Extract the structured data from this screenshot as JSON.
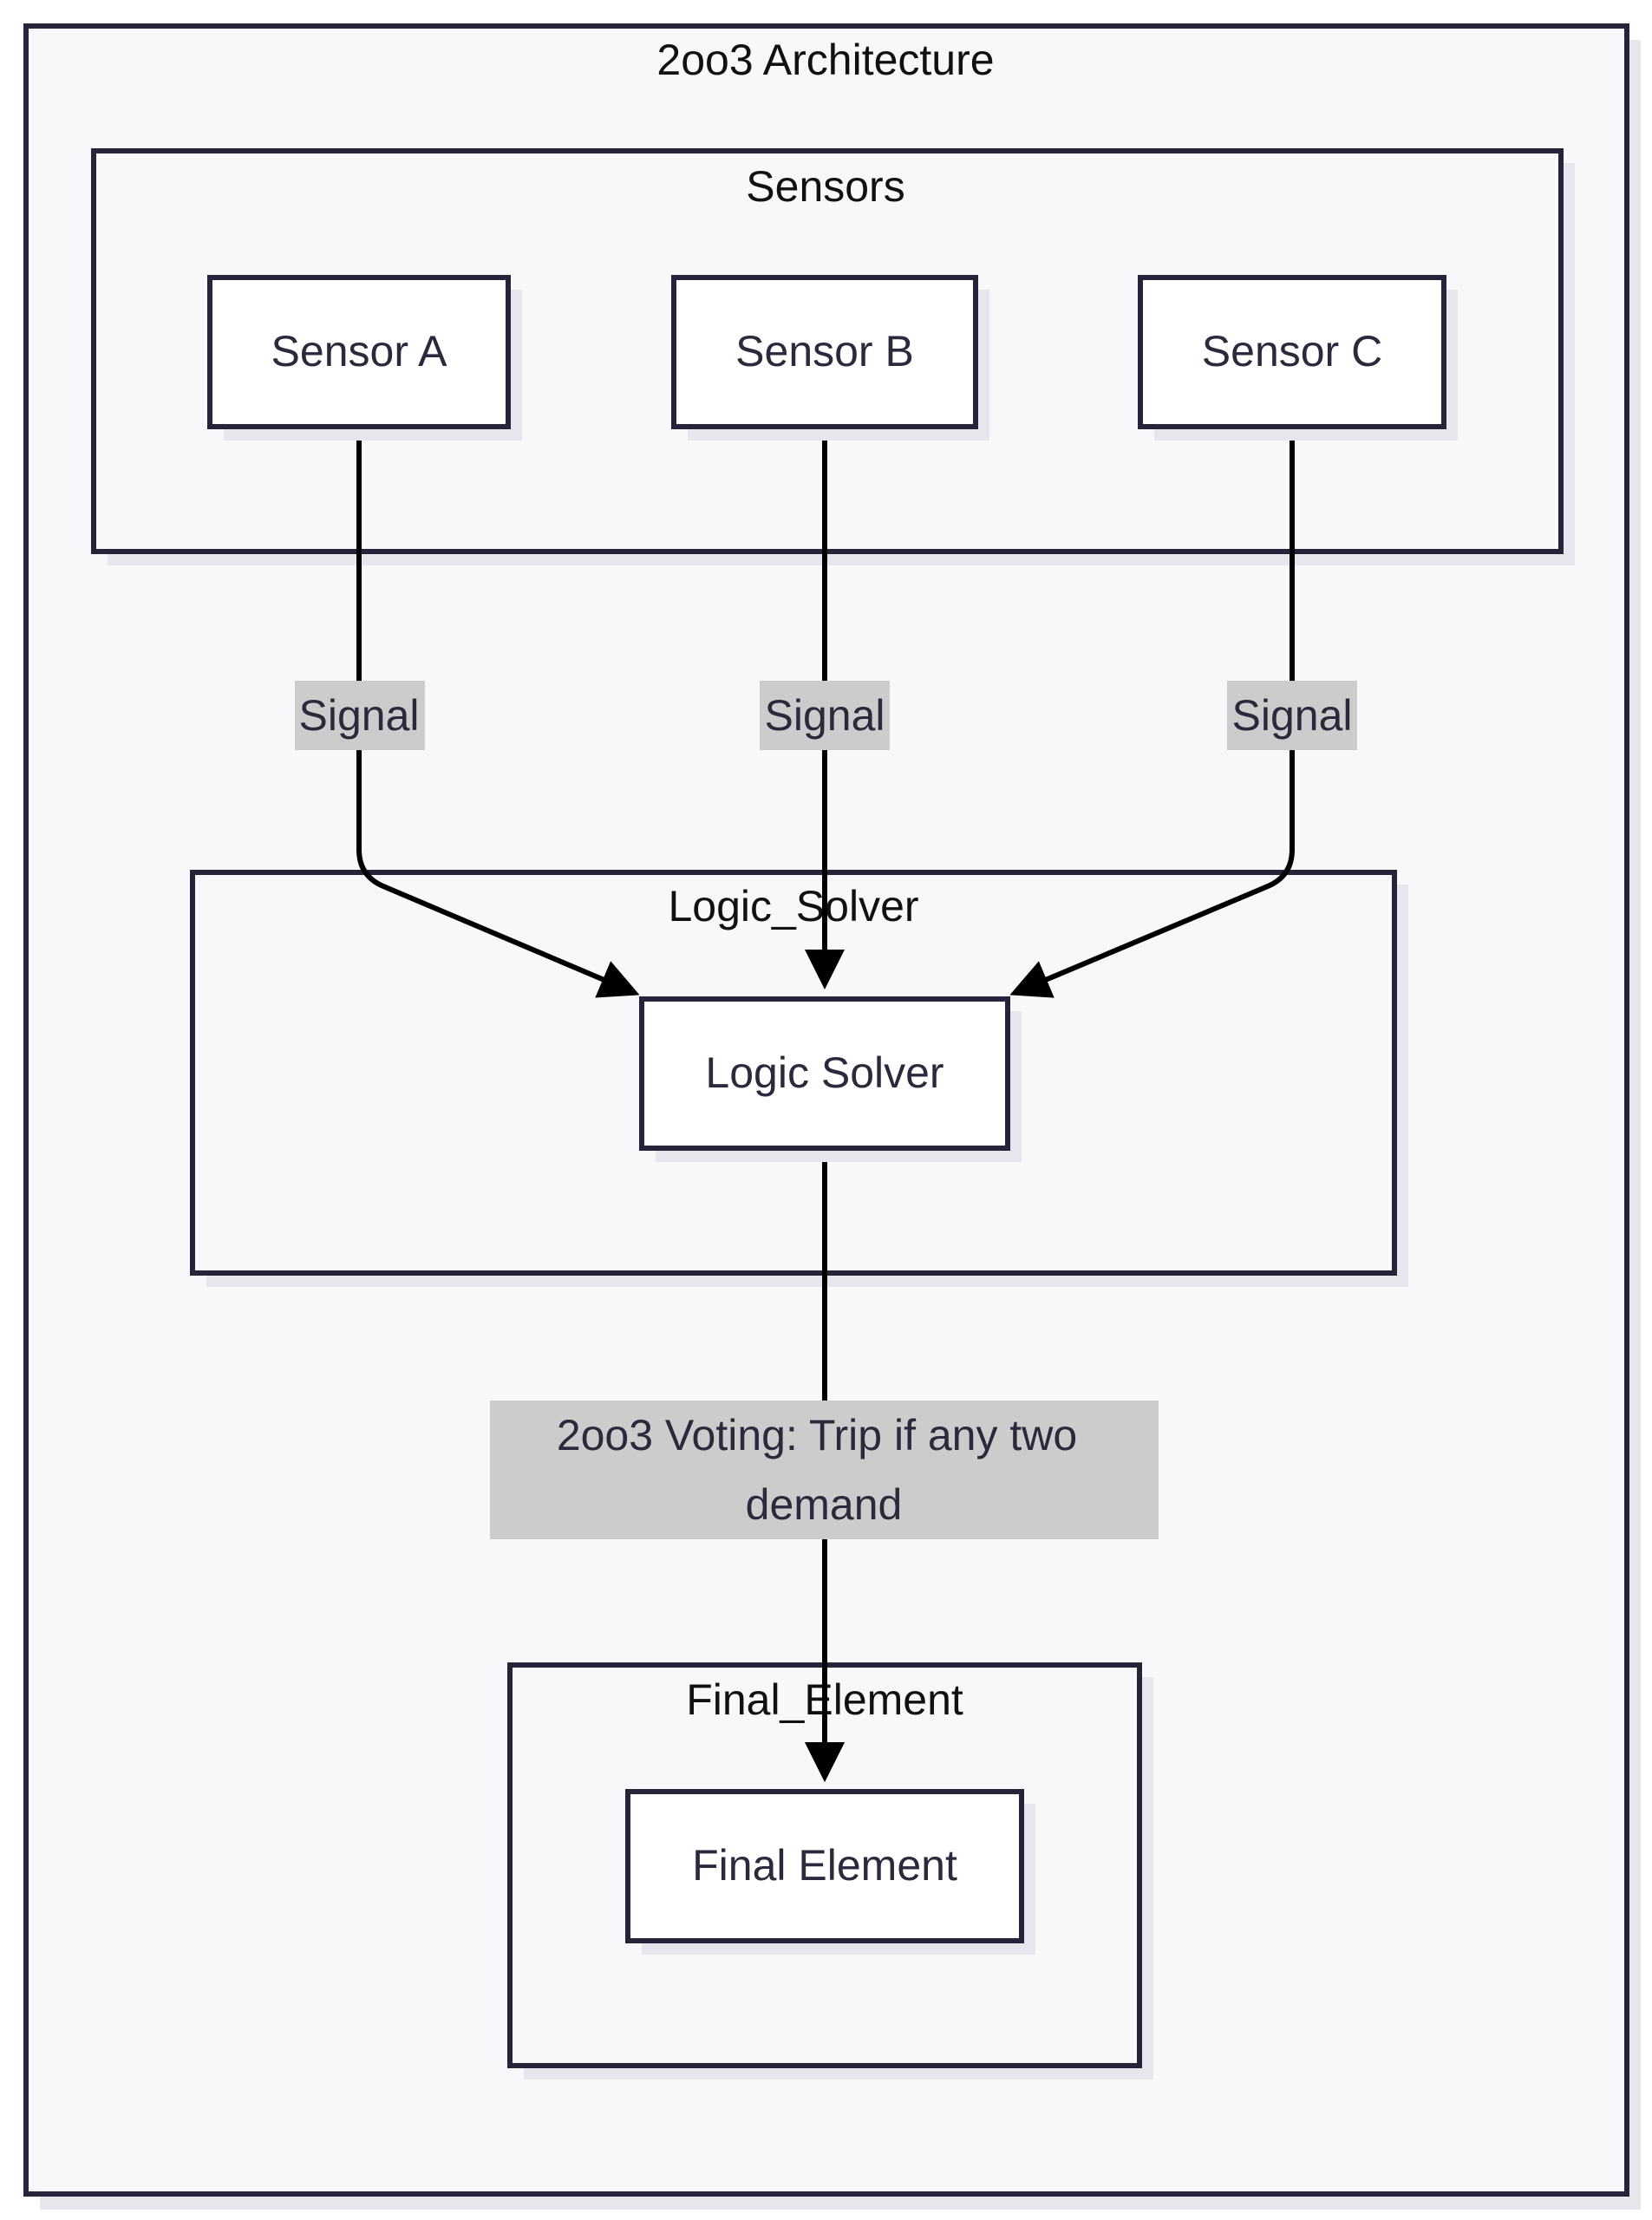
{
  "diagram": {
    "title": "2oo3 Architecture",
    "groups": {
      "sensors": "Sensors",
      "logic_solver": "Logic_Solver",
      "final_element": "Final_Element"
    },
    "nodes": {
      "sensor_a": "Sensor A",
      "sensor_b": "Sensor B",
      "sensor_c": "Sensor C",
      "logic_solver": "Logic Solver",
      "final_element": "Final Element"
    },
    "edges": {
      "a_to_solver": "Signal",
      "b_to_solver": "Signal",
      "c_to_solver": "Signal",
      "solver_to_final_line1": "2oo3 Voting: Trip if any two",
      "solver_to_final_line2": "demand"
    },
    "colors": {
      "background": "#f8f8fb",
      "border": "#25243a",
      "shadow": "#e6e6ec",
      "edge": "#000000",
      "edge_label_bg": "#cccccc"
    }
  }
}
